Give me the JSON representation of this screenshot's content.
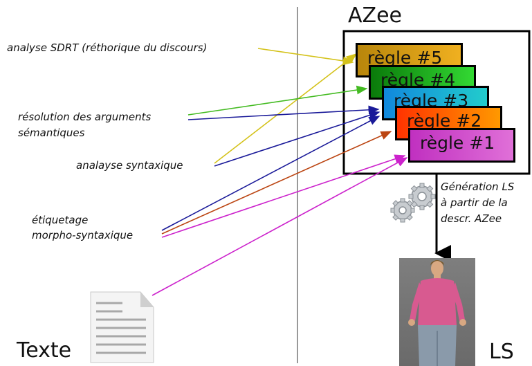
{
  "labels": {
    "sdrt": "analyse SDRT (réthorique du discours)",
    "resolution_line1": "résolution des arguments",
    "resolution_line2": "sémantiques",
    "syntax": "analayse syntaxique",
    "tagging_line1": "étiquetage",
    "tagging_line2": "morpho-syntaxique",
    "generation_line1": "Génération LS",
    "generation_line2": "à partir de la",
    "generation_line3": "descr. AZee"
  },
  "titles": {
    "azee": "AZee",
    "texte": "Texte",
    "ls": "LS"
  },
  "rules": [
    {
      "label": "règle #5",
      "gradient": [
        "#b8860b",
        "#f0b020"
      ]
    },
    {
      "label": "règle #4",
      "gradient": [
        "#0a7a0a",
        "#33d933"
      ]
    },
    {
      "label": "règle #3",
      "gradient": [
        "#1188dd",
        "#22cccc"
      ]
    },
    {
      "label": "règle #2",
      "gradient": [
        "#ff3300",
        "#ff9900"
      ]
    },
    {
      "label": "règle #1",
      "gradient": [
        "#c030c0",
        "#e070d8"
      ]
    }
  ],
  "colors": {
    "sdrt": "#d4c21a",
    "resolution_green": "#44bb22",
    "resolution_blue": "#1a1a99",
    "syntax_blue": "#1a1a99",
    "tagging_orange": "#bb4411",
    "tagging_magenta": "#cc22cc",
    "texte_magenta": "#cc22cc"
  },
  "icons": [
    "gears-icon",
    "document-icon",
    "avatar-image"
  ]
}
